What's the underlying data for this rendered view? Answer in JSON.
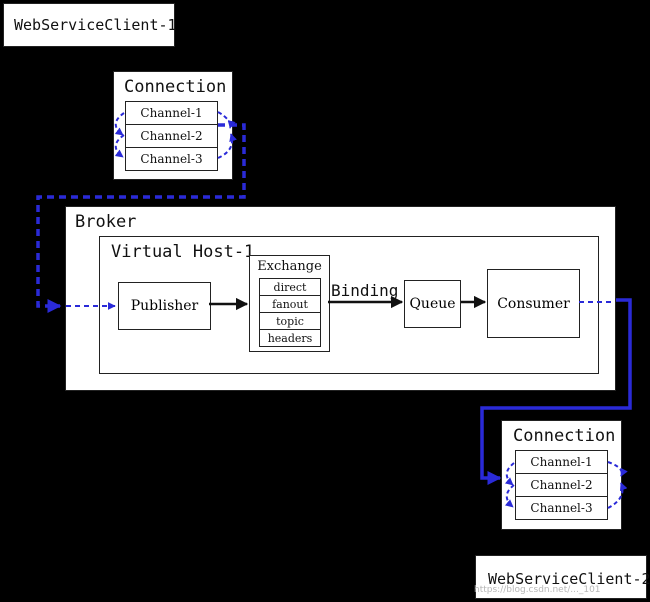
{
  "client1": {
    "label": "WebServiceClient-1"
  },
  "client2": {
    "label": "WebServiceClient-2"
  },
  "connection1": {
    "title": "Connection",
    "channels": [
      "Channel-1",
      "Channel-2",
      "Channel-3"
    ]
  },
  "connection2": {
    "title": "Connection",
    "channels": [
      "Channel-1",
      "Channel-2",
      "Channel-3"
    ]
  },
  "broker": {
    "title": "Broker",
    "vhost": {
      "title": "Virtual Host-1",
      "publisher": "Publisher",
      "exchange": {
        "title": "Exchange",
        "types": [
          "direct",
          "fanout",
          "topic",
          "headers"
        ]
      },
      "binding": "Binding",
      "queue": "Queue",
      "consumer": "Consumer"
    }
  },
  "watermark": "https://blog.csdn.net/..._101",
  "colors": {
    "background": "#000000",
    "link": "#2a2ad8",
    "box": "#ffffff"
  }
}
